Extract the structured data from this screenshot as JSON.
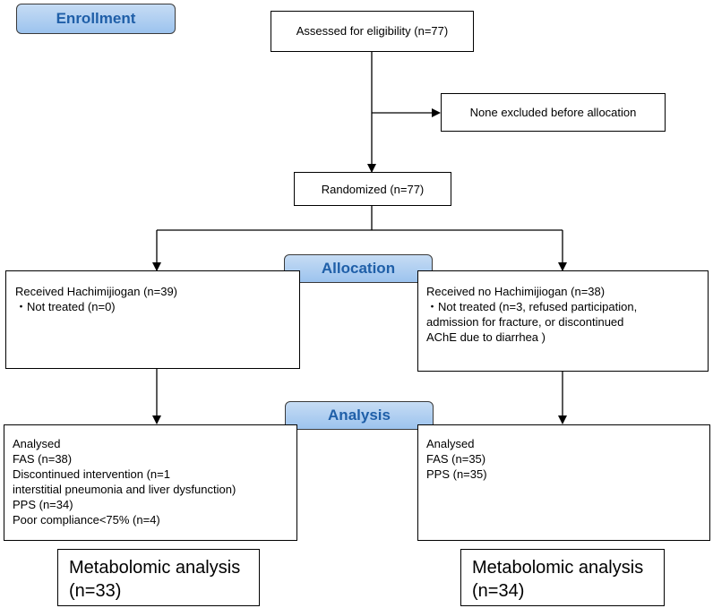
{
  "stages": {
    "enrollment": "Enrollment",
    "allocation": "Allocation",
    "analysis": "Analysis"
  },
  "boxes": {
    "assessed": "Assessed for eligibility (n=77)",
    "excluded": "None excluded before allocation",
    "randomized": "Randomized (n=77)",
    "left_allocation": [
      "Received Hachimijiogan (n=39)",
      "・Not treated (n=0)"
    ],
    "right_allocation": [
      "Received no Hachimijiogan (n=38)",
      "・Not treated (n=3, refused participation,",
      "admission for fracture, or discontinued",
      "AChE due to diarrhea )"
    ],
    "left_analysis": [
      "Analysed",
      "FAS  (n=38)",
      "Discontinued intervention (n=1",
      "interstitial pneumonia and liver dysfunction)",
      "PPS (n=34)",
      "Poor compliance<75% (n=4)"
    ],
    "right_analysis": [
      "Analysed",
      "FAS  (n=35)",
      "PPS (n=35)"
    ],
    "left_metabolomic": [
      "Metabolomic analysis",
      "(n=33)"
    ],
    "right_metabolomic": [
      "Metabolomic analysis",
      "(n=34)"
    ]
  }
}
